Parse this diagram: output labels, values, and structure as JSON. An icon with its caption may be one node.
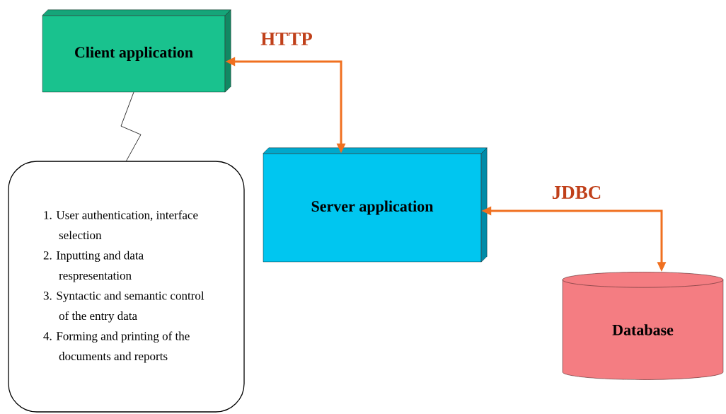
{
  "diagram": {
    "nodes": [
      {
        "text": [
          "Client application"
        ]
      },
      {
        "text": [
          "Server application"
        ]
      },
      {
        "text": [
          "1. User authentication, interface selection",
          "2. Inputting and data respresentation",
          "3. Syntactic and semantic control of the entry data",
          "4. Forming and printing of the documents and reports"
        ]
      },
      {
        "text": [
          "Database"
        ]
      }
    ],
    "edges": [
      {
        "from": 0,
        "to": 1,
        "arrow": "both",
        "label": "HTTP"
      },
      {
        "from": 1,
        "to": 3,
        "arrow": "both",
        "label": "JDBC"
      },
      {
        "from": 0,
        "to": 2,
        "arrow": "none",
        "color": "#000000"
      }
    ]
  }
}
